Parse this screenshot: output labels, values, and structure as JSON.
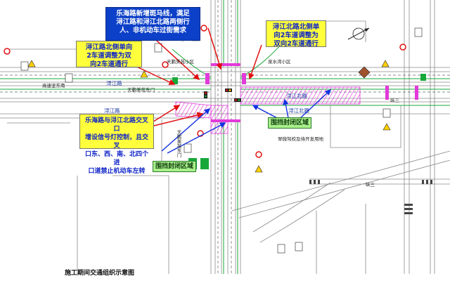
{
  "callouts": {
    "top_center": "乐海路新增斑马线，满足\n浔江路和浔江北路两侧行\n人、非机动车过街需求",
    "left_upper": "浔江路北侧单向\n2车道调整为双\n向2车道通行",
    "right_upper": "浔江北路北侧单\n向2车道调整为\n双向2车道通行",
    "left_lower": "乐海路与浔江北路交叉口\n增设信号灯控制，且交叉\n口东、西、南、北四个进\n口道禁止机动车左转",
    "enclosure_left": "围挡封闭区域",
    "enclosure_right": "围挡封闭区域"
  },
  "map_labels": {
    "xunjiang_road_upper": "浔江路",
    "xunjiang_road_lower": "浔江路",
    "xunjiang_north_upper": "浔江北路",
    "xunjiang_north_lower": "浔江北路",
    "gaodi_tunnel": "高速坚东南",
    "tianpeng_community": "天鹏美苑东门",
    "tianpeng_small": "天鹏美苑小区",
    "quanshui_community": "泉水湾小区",
    "tianpeng_v": "天鹏美苑东门",
    "construction_site": "翠微驾校及待开发用地",
    "zong_san": "纵三",
    "zong_san_2": "纵三"
  },
  "caption": "施工期间交通组织示意图",
  "colors": {
    "callout_yellow": "#ffff3c",
    "callout_text_blue": "#0f24c8",
    "callout_blue": "#0d40c8",
    "enclosure_green": "#a9f08a",
    "zebra_magenta": "#e23ad9",
    "traffic_green": "#18a83a",
    "arrow_red": "#e01010",
    "arrow_blue": "#1030e0"
  }
}
